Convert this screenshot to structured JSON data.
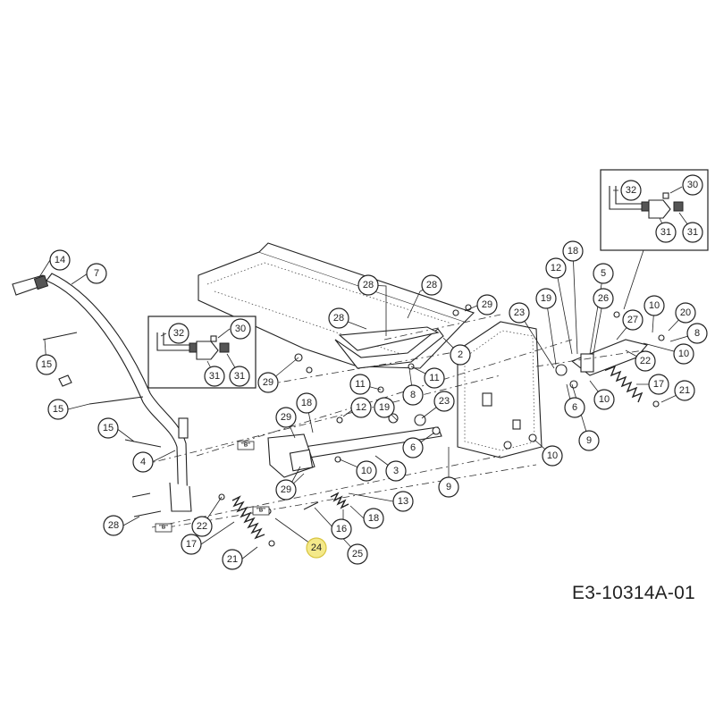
{
  "document_code": "E3-10314A-01",
  "callout_tag": "\"B\"",
  "highlight_color": "#f4e98a",
  "part_numbers": [
    "2",
    "3",
    "4",
    "5",
    "6",
    "7",
    "8",
    "9",
    "10",
    "11",
    "12",
    "13",
    "14",
    "15",
    "16",
    "17",
    "18",
    "19",
    "20",
    "21",
    "22",
    "23",
    "24",
    "25",
    "26",
    "27",
    "28",
    "29",
    "30",
    "31",
    "32"
  ],
  "inset_labels": [
    "32",
    "30",
    "31",
    "31"
  ]
}
